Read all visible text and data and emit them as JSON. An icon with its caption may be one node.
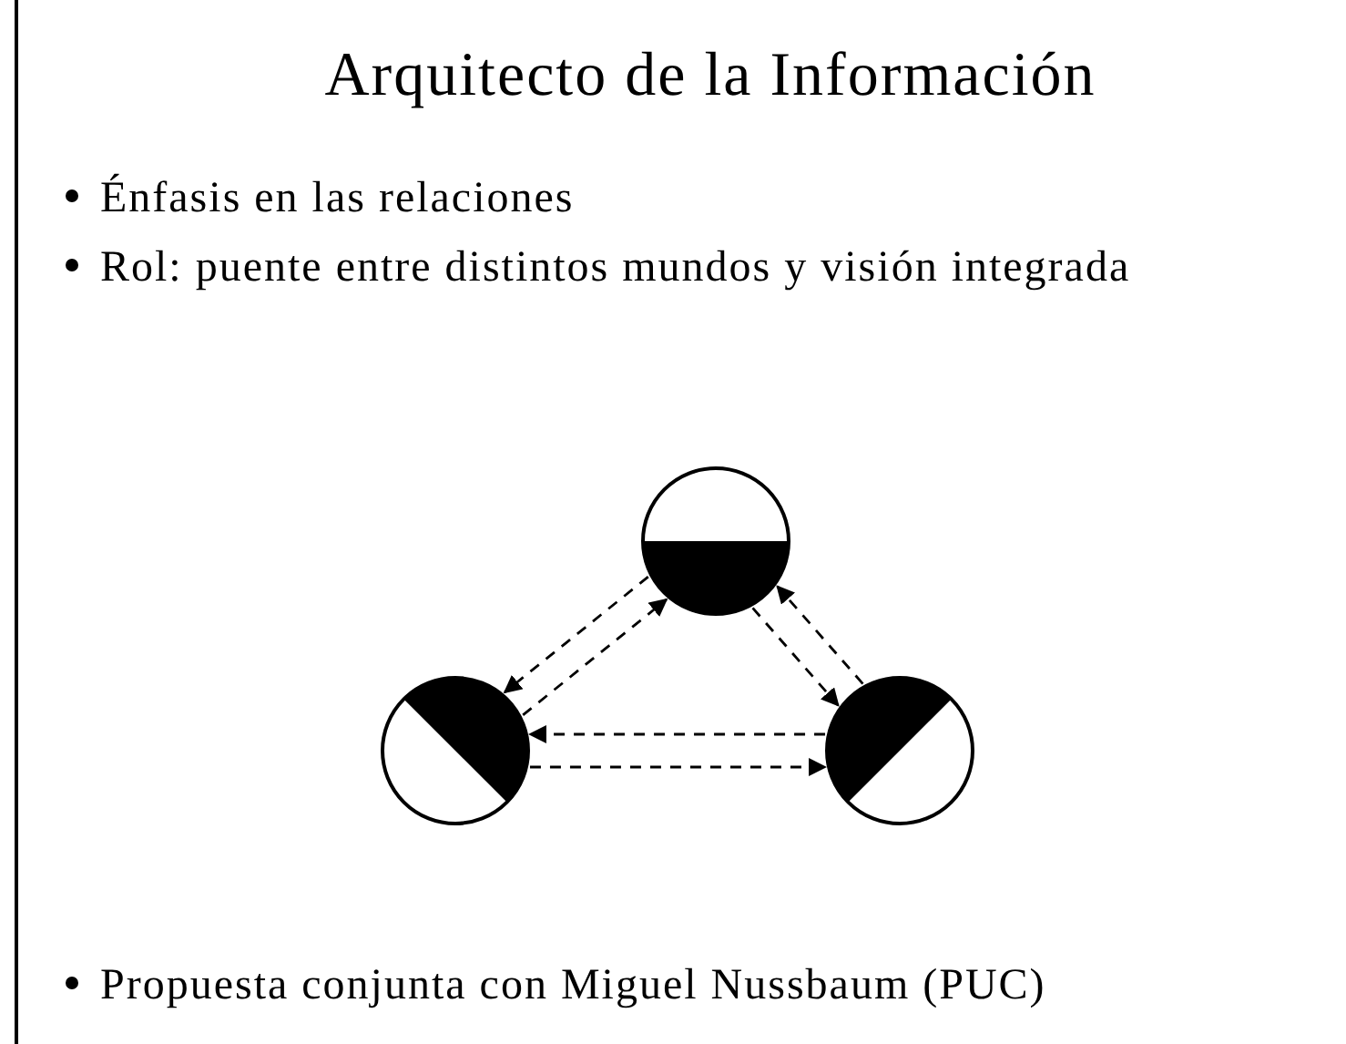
{
  "diagram": {
    "title": "Arquitecto de la Información",
    "nodes": [
      {
        "text": [],
        "shape": "circle"
      },
      {
        "text": [],
        "shape": "circle"
      },
      {
        "text": [],
        "shape": "circle"
      }
    ],
    "edges": [
      {
        "from": 0,
        "to": 1,
        "arrow": "to",
        "style": "dashed"
      },
      {
        "from": 1,
        "to": 0,
        "arrow": "to",
        "style": "dashed"
      },
      {
        "from": 2,
        "to": 1,
        "arrow": "to",
        "style": "dashed"
      },
      {
        "from": 1,
        "to": 2,
        "arrow": "to",
        "style": "dashed"
      },
      {
        "from": 2,
        "to": 0,
        "arrow": "to",
        "style": "dashed"
      },
      {
        "from": 0,
        "to": 2,
        "arrow": "to",
        "style": "dashed"
      }
    ],
    "labels": [
      "Énfasis en las relaciones",
      "Rol: puente entre distintos mundos y visión integrada",
      "Propuesta conjunta con Miguel Nussbaum (PUC)"
    ]
  }
}
